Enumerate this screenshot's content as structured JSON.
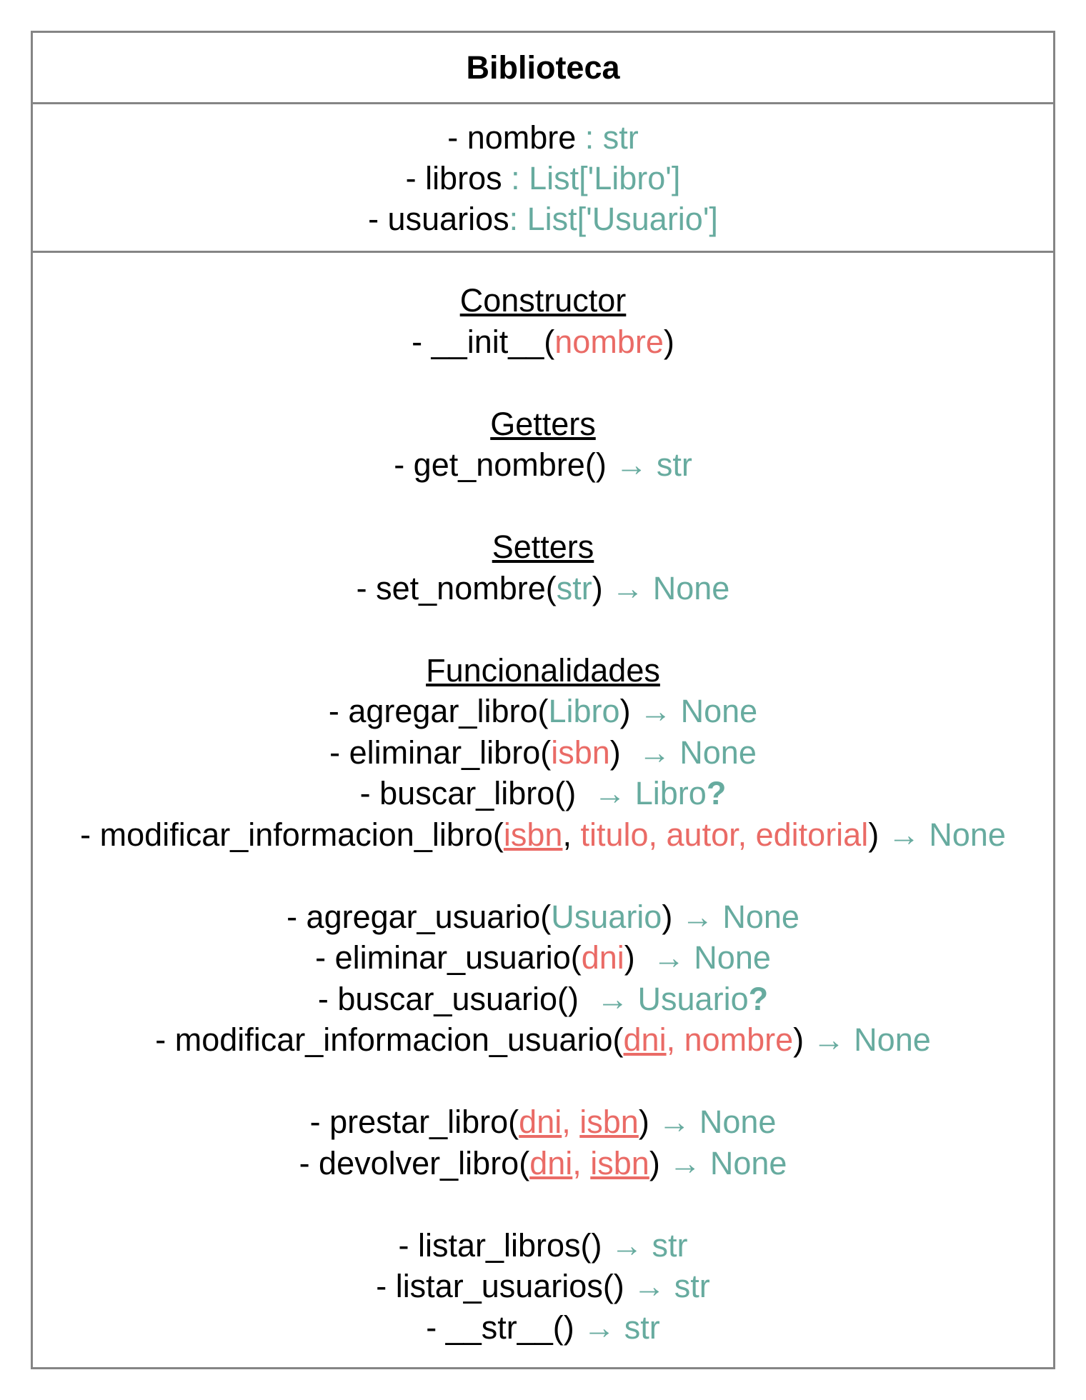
{
  "class_name": "Biblioteca",
  "attributes": [
    {
      "prefix": "- nombre",
      "type": " : str"
    },
    {
      "prefix": "- libros",
      "type": " : List['Libro']"
    },
    {
      "prefix": "- usuarios",
      "type": ": List['Usuario']"
    }
  ],
  "methods": {
    "constructor": {
      "heading": "Constructor",
      "init": {
        "name": "- __init__(",
        "param": "nombre",
        "close": ")"
      }
    },
    "getters": {
      "heading": "Getters",
      "get_nombre": {
        "name": "- get_nombre()",
        "ret": " → str"
      }
    },
    "setters": {
      "heading": "Setters",
      "set_nombre": {
        "name": "- set_nombre(",
        "param": "str",
        "close": ")",
        "ret": " → None"
      }
    },
    "funcionalidades": {
      "heading": "Funcionalidades",
      "agregar_libro": {
        "name": "- agregar_libro(",
        "param": "Libro",
        "close": ")",
        "ret": " → None"
      },
      "eliminar_libro": {
        "name": "- eliminar_libro(",
        "param": "isbn",
        "close": ")  ",
        "ret": "→ None"
      },
      "buscar_libro": {
        "name": "- buscar_libro()  ",
        "ret": "→ Libro",
        "q": "?"
      },
      "modificar_libro": {
        "name": "- modificar_informacion_libro(",
        "p1": "isbn",
        "sep": ", ",
        "p2": "titulo, autor, editorial",
        "close": ")",
        "ret": " → None"
      },
      "agregar_usuario": {
        "name": "- agregar_usuario(",
        "param": "Usuario",
        "close": ")",
        "ret": " → None"
      },
      "eliminar_usuario": {
        "name": "- eliminar_usuario(",
        "param": "dni",
        "close": ")  ",
        "ret": "→ None"
      },
      "buscar_usuario": {
        "name": "- buscar_usuario()  ",
        "ret": "→ Usuario",
        "q": "?"
      },
      "modificar_usuario": {
        "name": "- modificar_informacion_usuario(",
        "p1": "dni",
        "sep": ", ",
        "p2": "nombre",
        "close": ")",
        "ret": " → None"
      },
      "prestar_libro": {
        "name": "- prestar_libro(",
        "p1": "dni",
        "sep": ", ",
        "p2": "isbn",
        "close": ")",
        "ret": " → None"
      },
      "devolver_libro": {
        "name": "- devolver_libro(",
        "p1": "dni",
        "sep": ", ",
        "p2": "isbn",
        "close": ")",
        "ret": " → None"
      },
      "listar_libros": {
        "name": "- listar_libros()",
        "ret": " → str"
      },
      "listar_usuarios": {
        "name": "- listar_usuarios()",
        "ret": " → str"
      },
      "str": {
        "name": "- __str__()",
        "ret": " → str"
      }
    }
  },
  "colors": {
    "border": "#858585",
    "type": "#67AB9F",
    "param": "#EA6B66"
  }
}
